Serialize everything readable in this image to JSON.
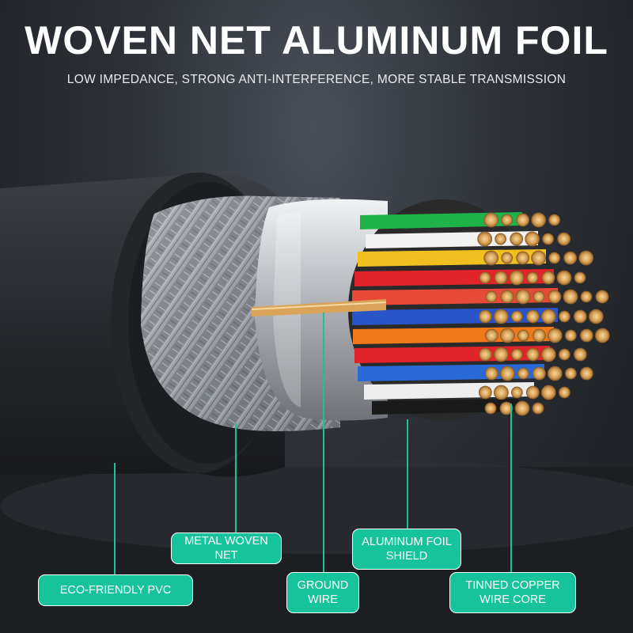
{
  "header": {
    "title": "WOVEN NET ALUMINUM FOIL",
    "subtitle": "LOW IMPEDANCE, STRONG ANTI-INTERFERENCE, MORE STABLE TRANSMISSION"
  },
  "labels": {
    "pvc": "ECO-FRIENDLY PVC",
    "woven_net": "METAL WOVEN NET",
    "ground_wire": "GROUND WIRE",
    "foil_shield": "ALUMINUM FOIL SHIELD",
    "copper_core": "TINNED COPPER WIRE CORE"
  },
  "colors": {
    "accent": "#17c39a",
    "jacket": "#2a2d31",
    "braid": "#9a9ea3",
    "foil": "#c9ccd0",
    "copper": "#d9a35a"
  }
}
